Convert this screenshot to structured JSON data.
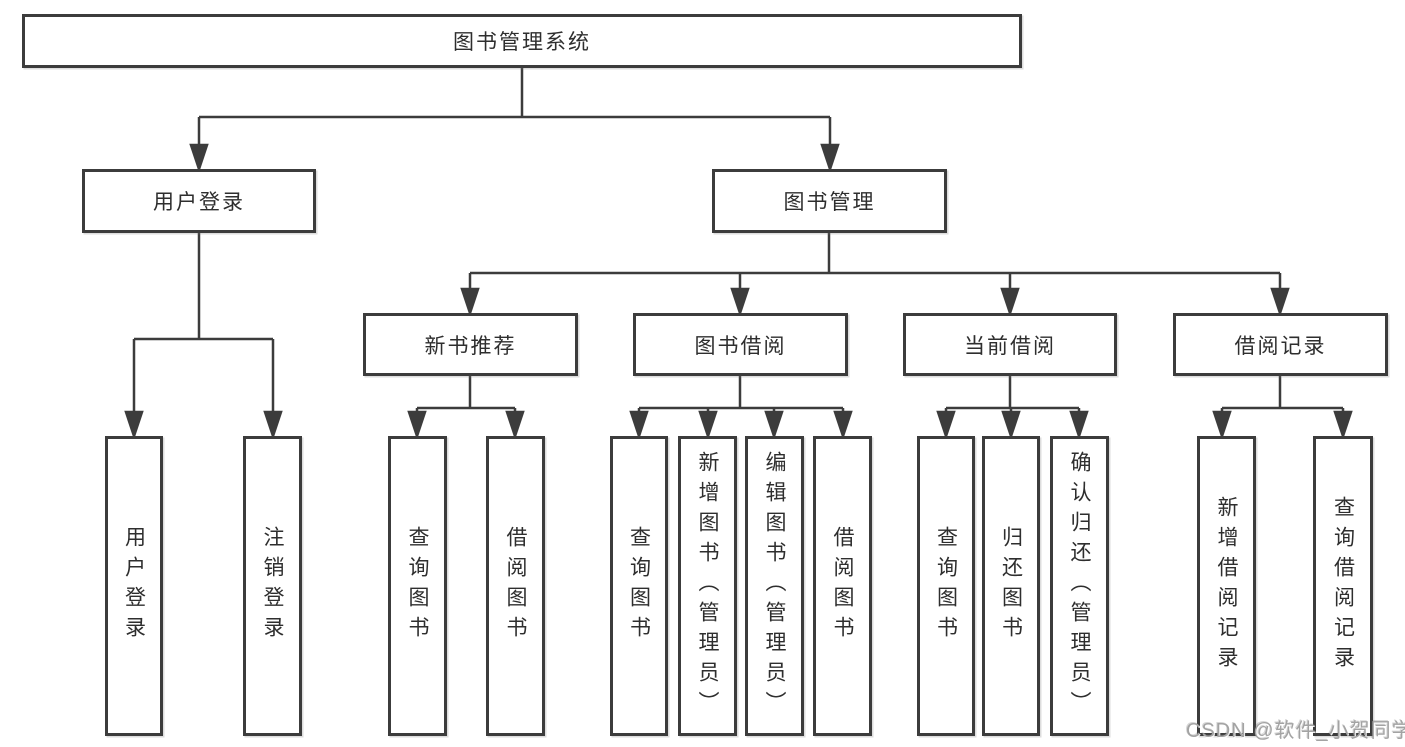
{
  "nodes": {
    "root": {
      "label": "图书管理系统"
    },
    "level2": [
      {
        "label": "用户登录"
      },
      {
        "label": "图书管理"
      }
    ],
    "level3": [
      {
        "label": "新书推荐"
      },
      {
        "label": "图书借阅"
      },
      {
        "label": "当前借阅"
      },
      {
        "label": "借阅记录"
      }
    ],
    "leaves": [
      {
        "label": "用户登录"
      },
      {
        "label": "注销登录"
      },
      {
        "label": "查询图书"
      },
      {
        "label": "借阅图书"
      },
      {
        "label": "查询图书"
      },
      {
        "label": "新增图书（管理员）"
      },
      {
        "label": "编辑图书（管理员）"
      },
      {
        "label": "借阅图书"
      },
      {
        "label": "查询图书"
      },
      {
        "label": "归还图书"
      },
      {
        "label": "确认归还（管理员）"
      },
      {
        "label": "新增借阅记录"
      },
      {
        "label": "查询借阅记录"
      }
    ]
  },
  "watermark": {
    "text": "CSDN @软件_小贺同学"
  },
  "colors": {
    "line": "#3c3c3c",
    "text": "#2e2e2e",
    "background": "#ffffff",
    "watermark": "#a3a3a3"
  }
}
